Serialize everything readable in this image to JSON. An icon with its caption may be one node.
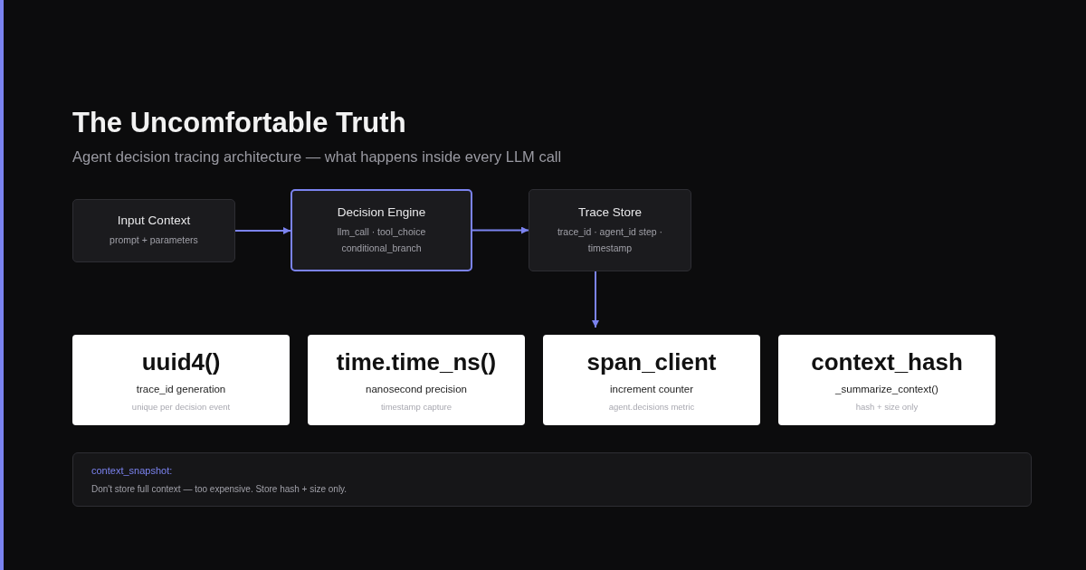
{
  "diagram": {
    "title": "The Uncomfortable Truth",
    "caption": "Agent decision tracing architecture — what happens inside every LLM call",
    "nodes": [
      {
        "text": [
          "Input Context",
          "prompt + parameters"
        ]
      },
      {
        "text": [
          "Decision Engine",
          "llm_call · tool_choice conditional_branch"
        ]
      },
      {
        "text": [
          "Trace Store",
          "trace_id · agent_id step · timestamp"
        ]
      },
      {
        "text": [
          "uuid4()",
          "trace_id generation",
          "unique per decision event"
        ]
      },
      {
        "text": [
          "time.time_ns()",
          "nanosecond precision",
          "timestamp capture"
        ]
      },
      {
        "text": [
          "span_client",
          "increment counter",
          "agent.decisions metric"
        ]
      },
      {
        "text": [
          "context_hash",
          "_summarize_context()",
          "hash + size only"
        ]
      },
      {
        "text": [
          "context_snapshot:",
          "Don't store full context — too expensive. Store hash + size only."
        ]
      }
    ],
    "edges": [
      {
        "from": 0,
        "to": 1,
        "arrow": "to"
      },
      {
        "from": 1,
        "to": 2,
        "arrow": "to"
      },
      {
        "from": 2,
        "to": 5,
        "arrow": "to"
      }
    ]
  }
}
